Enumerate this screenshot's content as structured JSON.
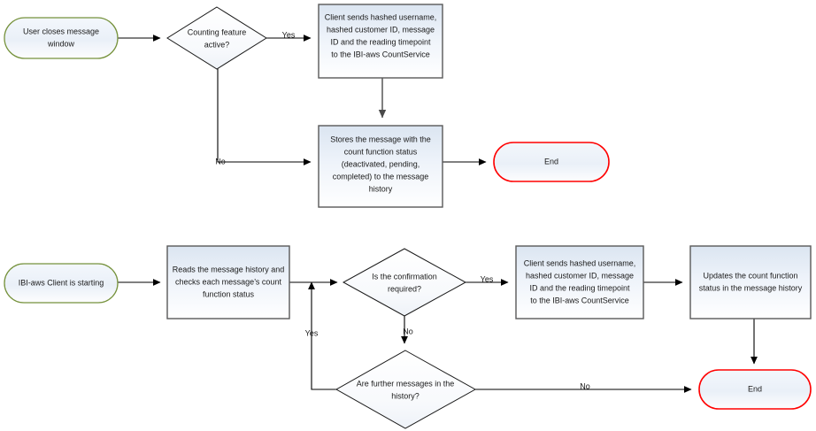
{
  "diagram": {
    "title": "IBI-aws counting feature message flow",
    "colors": {
      "start_border": "#76923c",
      "end_border": "#ff0000",
      "process_border": "#595959",
      "decision_border": "#1a1a1a",
      "connector": "#000000",
      "connector_gray": "#4a4a4a",
      "fill_light": "#ffffff",
      "fill_tint": "#dce6f1",
      "text": "#1a1a1a",
      "background": "#ffffff"
    },
    "flows": [
      {
        "id": "flow-top",
        "name": "message-window-close-flow",
        "nodes": [
          {
            "id": "top-start",
            "type": "terminator-start",
            "name": "start-user-closes-message-window",
            "lines": [
              "User closes message",
              "window"
            ]
          },
          {
            "id": "top-decision",
            "type": "decision",
            "name": "decision-counting-feature-active",
            "lines": [
              "Counting feature",
              "active?"
            ]
          },
          {
            "id": "top-send",
            "type": "process",
            "name": "process-client-sends-hashed-data",
            "lines": [
              "Client sends hashed username,",
              "hashed customer ID, message",
              "ID and the reading timepoint",
              "to the IBI-aws CountService"
            ]
          },
          {
            "id": "top-store",
            "type": "process",
            "name": "process-stores-message-with-status",
            "lines": [
              "Stores the message with the",
              "count function status",
              "(deactivated, pending,",
              "completed) to the message",
              "history"
            ]
          },
          {
            "id": "top-end",
            "type": "terminator-end",
            "name": "end-node-top",
            "lines": [
              "End"
            ]
          }
        ],
        "edge_labels": [
          {
            "id": "top-yes",
            "name": "edge-label-yes-counting-active",
            "text": "Yes"
          },
          {
            "id": "top-no",
            "name": "edge-label-no-counting-active",
            "text": "No"
          }
        ]
      },
      {
        "id": "flow-bottom",
        "name": "client-startup-flow",
        "nodes": [
          {
            "id": "bot-start",
            "type": "terminator-start",
            "name": "start-ibi-aws-client-is-starting",
            "lines": [
              "IBI-aws Client is starting"
            ]
          },
          {
            "id": "bot-read",
            "type": "process",
            "name": "process-reads-message-history",
            "lines": [
              "Reads the message history and",
              "checks each message’s count",
              "function status"
            ]
          },
          {
            "id": "bot-decision-confirm",
            "type": "decision",
            "name": "decision-is-confirmation-required",
            "lines": [
              "Is the confirmation",
              "required?"
            ]
          },
          {
            "id": "bot-send",
            "type": "process",
            "name": "process-client-sends-hashed-data-2",
            "lines": [
              "Client sends hashed username,",
              "hashed customer ID, message",
              "ID and the reading timepoint",
              "to the IBI-aws CountService"
            ]
          },
          {
            "id": "bot-update",
            "type": "process",
            "name": "process-updates-count-function-status",
            "lines": [
              "Updates the count function",
              "status in the message history"
            ]
          },
          {
            "id": "bot-decision-further",
            "type": "decision",
            "name": "decision-are-further-messages",
            "lines": [
              "Are further messages in the",
              "history?"
            ]
          },
          {
            "id": "bot-end",
            "type": "terminator-end",
            "name": "end-node-bottom",
            "lines": [
              "End"
            ]
          }
        ],
        "edge_labels": [
          {
            "id": "bot-yes-confirm",
            "name": "edge-label-yes-confirmation",
            "text": "Yes"
          },
          {
            "id": "bot-no-confirm",
            "name": "edge-label-no-confirmation",
            "text": "No"
          },
          {
            "id": "bot-yes-loop",
            "name": "edge-label-yes-further-messages",
            "text": "Yes"
          },
          {
            "id": "bot-no-further",
            "name": "edge-label-no-further-messages",
            "text": "No"
          }
        ]
      }
    ]
  },
  "text": {
    "top_start_l1": "User closes message",
    "top_start_l2": "window",
    "top_decision_l1": "Counting feature",
    "top_decision_l2": "active?",
    "top_send_l1": "Client sends hashed username,",
    "top_send_l2": "hashed customer ID, message",
    "top_send_l3": "ID and the reading timepoint",
    "top_send_l4": "to the IBI-aws CountService",
    "top_store_l1": "Stores the message with the",
    "top_store_l2": "count function status",
    "top_store_l3": "(deactivated, pending,",
    "top_store_l4": "completed) to the message",
    "top_store_l5": "history",
    "top_end": "End",
    "top_yes": "Yes",
    "top_no": "No",
    "bot_start_l1": "IBI-aws Client is starting",
    "bot_read_l1": "Reads the message history and",
    "bot_read_l2": "checks each message’s count",
    "bot_read_l3": "function status",
    "bot_confirm_l1": "Is the confirmation",
    "bot_confirm_l2": "required?",
    "bot_send_l1": "Client sends hashed username,",
    "bot_send_l2": "hashed customer ID, message",
    "bot_send_l3": "ID and the reading timepoint",
    "bot_send_l4": "to the IBI-aws CountService",
    "bot_update_l1": "Updates the count function",
    "bot_update_l2": "status in the message history",
    "bot_further_l1": "Are further messages in the",
    "bot_further_l2": "history?",
    "bot_end": "End",
    "bot_yes_confirm": "Yes",
    "bot_no_confirm": "No",
    "bot_yes_loop": "Yes",
    "bot_no_further": "No"
  }
}
